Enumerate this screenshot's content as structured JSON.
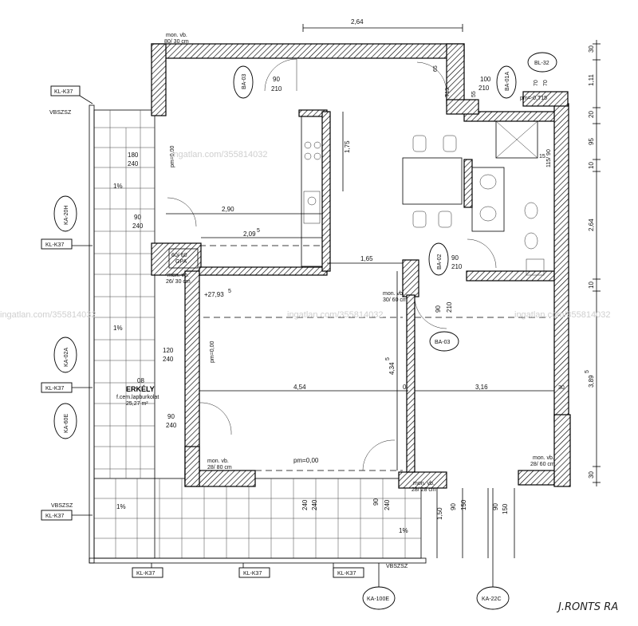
{
  "dimensions": {
    "top_width": "2,64",
    "room_width_1": "2,90",
    "room_width_2": "2,09",
    "room_width_2_sup": "5",
    "width_165": "1,65",
    "width_454": "4,54",
    "width_316": "3,16",
    "height_175": "1,75",
    "height_434": "4,34",
    "height_434_sup": "5",
    "side_right_30a": "30",
    "side_right_111": "1,11",
    "side_right_20": "20",
    "side_right_95": "95",
    "side_right_10a": "10",
    "side_right_264": "2,64",
    "side_right_10b": "10",
    "side_right_389": "3,89",
    "side_right_389_sup": "5",
    "side_right_30b": "30",
    "bottom_150a": "1,50",
    "bottom_90a": "90",
    "bottom_150b": "150",
    "bottom_90b": "90",
    "bottom_150c": "150",
    "bottom_240a": "240",
    "bottom_240b": "240",
    "bottom_90c": "90",
    "bottom_240c": "240"
  },
  "doors": [
    {
      "code": "BA-03",
      "w": "90",
      "h": "210"
    },
    {
      "code": "BA-01A",
      "w": "100",
      "h": "210"
    },
    {
      "code": "BA-02",
      "w": "90",
      "h": "210"
    },
    {
      "code": "BA-03",
      "w": "90",
      "h": "210"
    }
  ],
  "windows": {
    "w1": {
      "code": "KA-20H",
      "w": "90",
      "h": "240"
    },
    "w2": {
      "code": "KA-02A",
      "w": "120",
      "h": "240"
    },
    "w3": {
      "code": "KA-60E",
      "w": "90",
      "h": "240"
    },
    "w4": {
      "code": "",
      "w": "180",
      "h": "240"
    },
    "w5": {
      "code": "KA-100E"
    },
    "w6": {
      "code": "KA-22C"
    },
    "bl": {
      "code": "BL-32"
    }
  },
  "labels": {
    "monvb_top": "mon. vb.",
    "monvb_top_size": "80/ 30 cm",
    "monvb_bottom": "mon. vb.",
    "monvb_bottom_size": "28/ 80 cm",
    "monvb_right": "mon. vb.",
    "monvb_right_size": "30/ 60 cm",
    "monvb_left": "mon. vb.",
    "monvb_left_size": "26/ 30 cm",
    "monvb_br": "mon. vb.",
    "monvb_br_size": "28/ 60 cm",
    "monvb_bb": "mon. vb.",
    "monvb_bb_size": "28/ 28 cm",
    "gpa": "60/ 60\nGPA",
    "gpa_size": "60/ 60",
    "gpa_name": "GPA",
    "level_275": "+27,93",
    "level_275_sup": "5",
    "pm_main": "pm=0,00",
    "pm_top": "pm=0,00",
    "pm_bath": "pm=-0,T15",
    "pm_side": "pm=0,00",
    "pct_1": "1%",
    "pct_2": "1%",
    "pct_3": "1%",
    "pct_4": "1%",
    "balcony_no": "08",
    "balcony_name": "ERKÉLY",
    "balcony_floor": "f.cem.lapburkolat",
    "balcony_area": "25,27 m²",
    "vbszsz_top": "VBSZSZ",
    "vbszsz_bl": "VBSZSZ",
    "vbszsz_bottom": "VBSZSZ",
    "kl_1": "KL-K37",
    "kl_2": "KL-K37",
    "kl_3": "KL-K37",
    "kl_4": "KL-K37",
    "kl_b1": "KL-K37",
    "kl_b2": "KL-K37",
    "kl_b3": "KL-K37",
    "zero_label": "0",
    "t15": "T15",
    "sixtyfive": "65",
    "fiftyfive": "55",
    "seventy": "70",
    "r15": "15",
    "right_115": "115/ 90",
    "r_30": "30",
    "ba_70": "70"
  },
  "watermarks": {
    "wm1": "ingatlan.com/355814032",
    "wm2": "ingatlan.com/355814032",
    "wm3": "ingatlan.com/355814032",
    "wm4": "ingatlan.com/355814032"
  },
  "signature": "J.RONTS RA"
}
